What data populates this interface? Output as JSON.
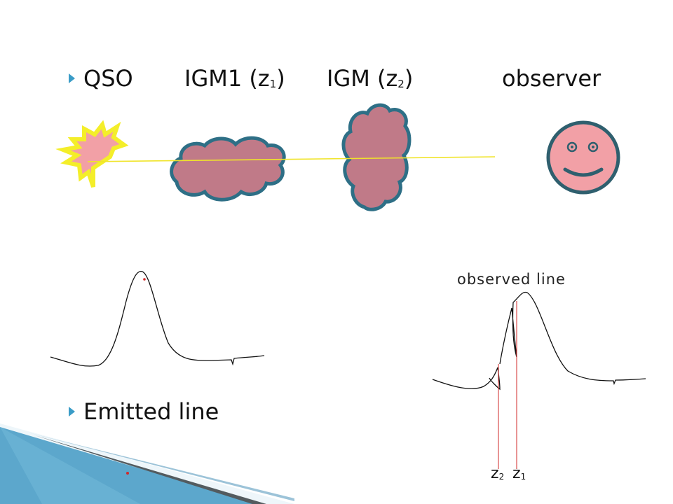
{
  "header": {
    "qso": "QSO",
    "igm1": "IGM1 (z",
    "igm1_sub": "1",
    "igm1_close": ")",
    "igm2": "IGM (z",
    "igm2_sub": "2",
    "igm2_close": ")",
    "observer": "observer"
  },
  "emitted_label": "Emitted line",
  "observed_label": "observed line",
  "z_labels": {
    "z2": "z",
    "z2_sub": "2",
    "z1": "z",
    "z1_sub": "1"
  },
  "colors": {
    "bullet": "#3a9cc7",
    "star_fill": "#f2a0a6",
    "star_outline": "#f4ee2a",
    "cloud_fill": "#c07a88",
    "cloud_outline": "#2e6f86",
    "face_fill": "#f2a0a6",
    "face_outline": "#2f5f6e",
    "sightline": "#f0e42a",
    "marker_line": "#d02a2a",
    "footer_blue": "#1f86b8"
  }
}
